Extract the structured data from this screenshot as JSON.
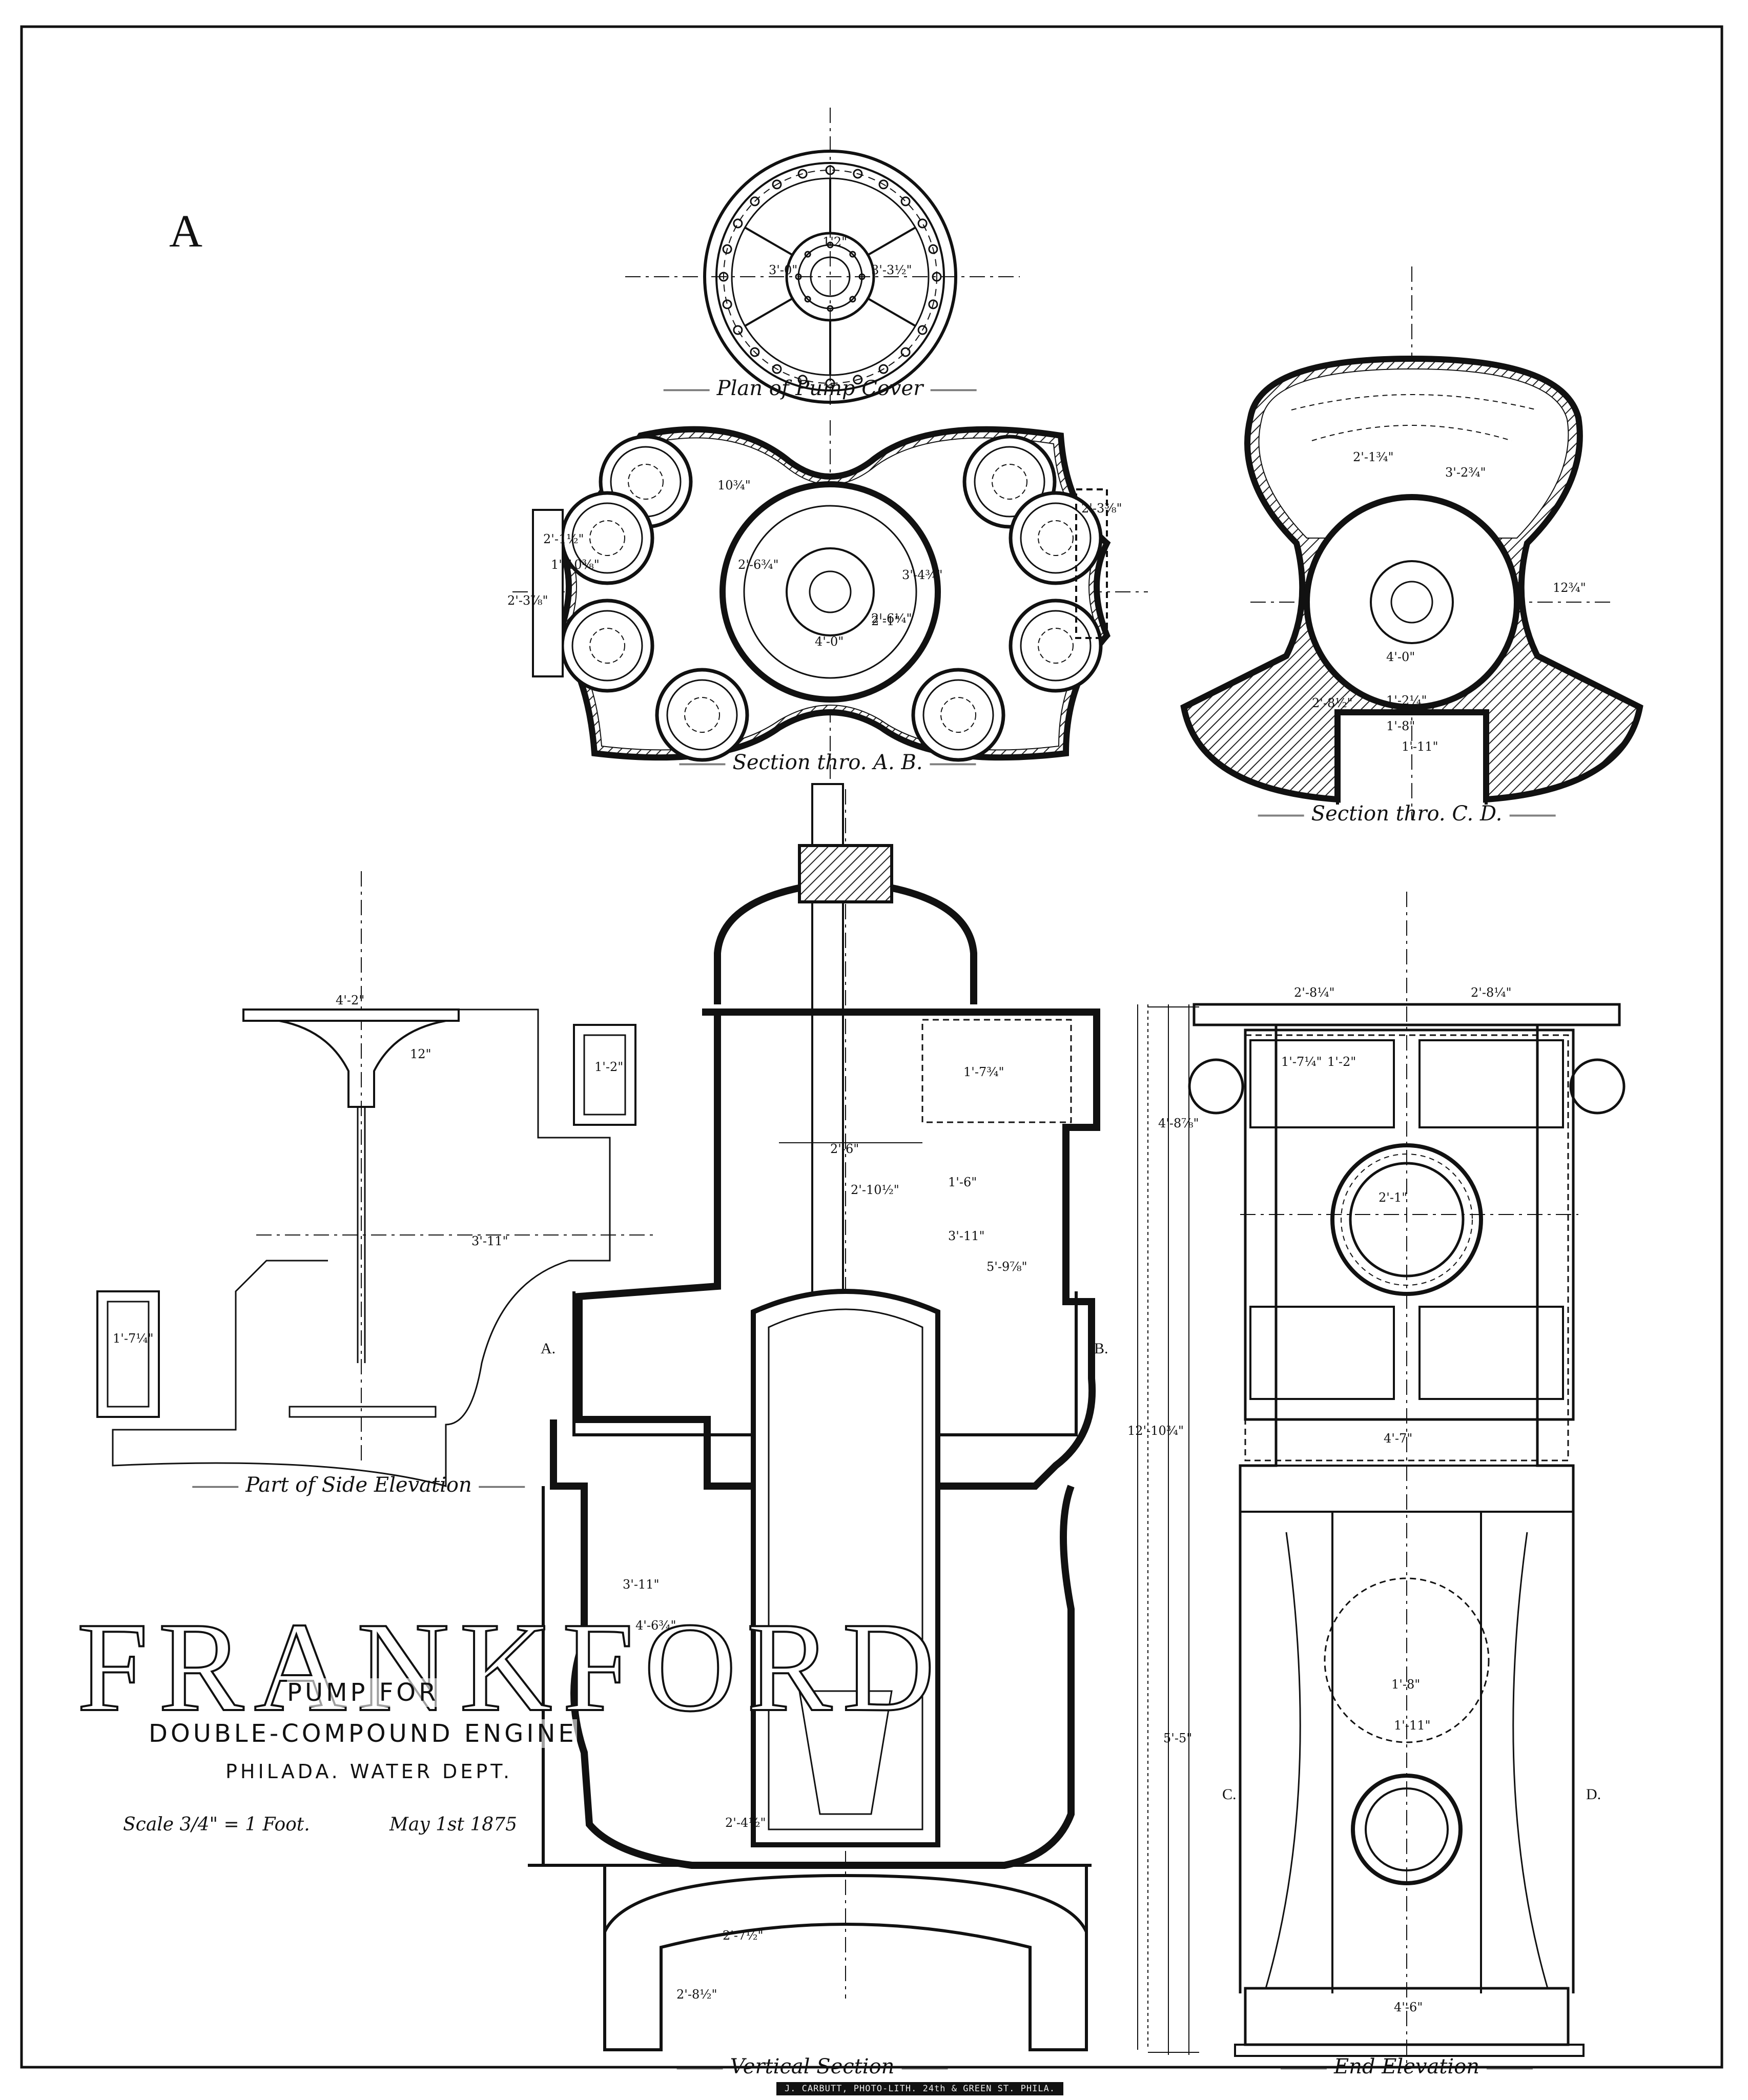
{
  "sheet": {
    "letter": "A",
    "title": "FRANKFORD",
    "subtitle_lines": [
      "PUMP FOR",
      "DOUBLE-COMPOUND ENGINE",
      "PHILADA. WATER DEPT."
    ],
    "scale": "Scale 3/4\" = 1 Foot.",
    "date": "May 1st 1875",
    "imprint": "J. CARBUTT, PHOTO-LITH. 24th & GREEN ST. PHILA."
  },
  "views": {
    "pump_cover": "Plan of Pump Cover",
    "section_ab": "Section thro. A. B.",
    "section_cd": "Section thro. C. D.",
    "side_elevation": "Part of Side Elevation",
    "vertical_section": "Vertical Section",
    "end_elevation": "End Elevation"
  },
  "section_points": {
    "a": "A.",
    "b": "B.",
    "c": "C.",
    "d": "D."
  },
  "dimensions": {
    "cover": [
      "3'-0\"",
      "3'-3½\"",
      "1'2\""
    ],
    "ab": [
      "10¾\"",
      "2'-1½\"",
      "2'-6¾\"",
      "3'-4¾\"",
      "4'-0\"",
      "2'-1\"",
      "2'-6¼\"",
      "1'-10⅜\"",
      "2'-3⅞\"",
      "2'-3⅜\""
    ],
    "cd": [
      "2'-1¾\"",
      "3'-2¾\"",
      "4'-0\"",
      "1'-2¼\"",
      "1'-8\"",
      "1'-11\"",
      "2'-8½\"",
      "12¾\""
    ],
    "side": [
      "4'-2\"",
      "12\"",
      "3'-11\"",
      "1'-2\"",
      "1'-7¼\""
    ],
    "vertical": [
      "2'-6\"",
      "2'-10½\"",
      "3'-11\"",
      "5'-9⅞\"",
      "1'-6\"",
      "1'-7¾\"",
      "3'-11\"",
      "4'-6¾\"",
      "2'-4½\"",
      "2'-7½\"",
      "2'-8½\"",
      "12'-10¾\"",
      "4'-8⅞\"",
      "5'-5\""
    ],
    "end": [
      "2'-8¼\"",
      "2'-8¼\"",
      "1'-7¼\"",
      "1'-2\"",
      "2'-1\"",
      "4'-7\"",
      "1'-8\"",
      "1'-11\"",
      "4'-6\""
    ]
  }
}
